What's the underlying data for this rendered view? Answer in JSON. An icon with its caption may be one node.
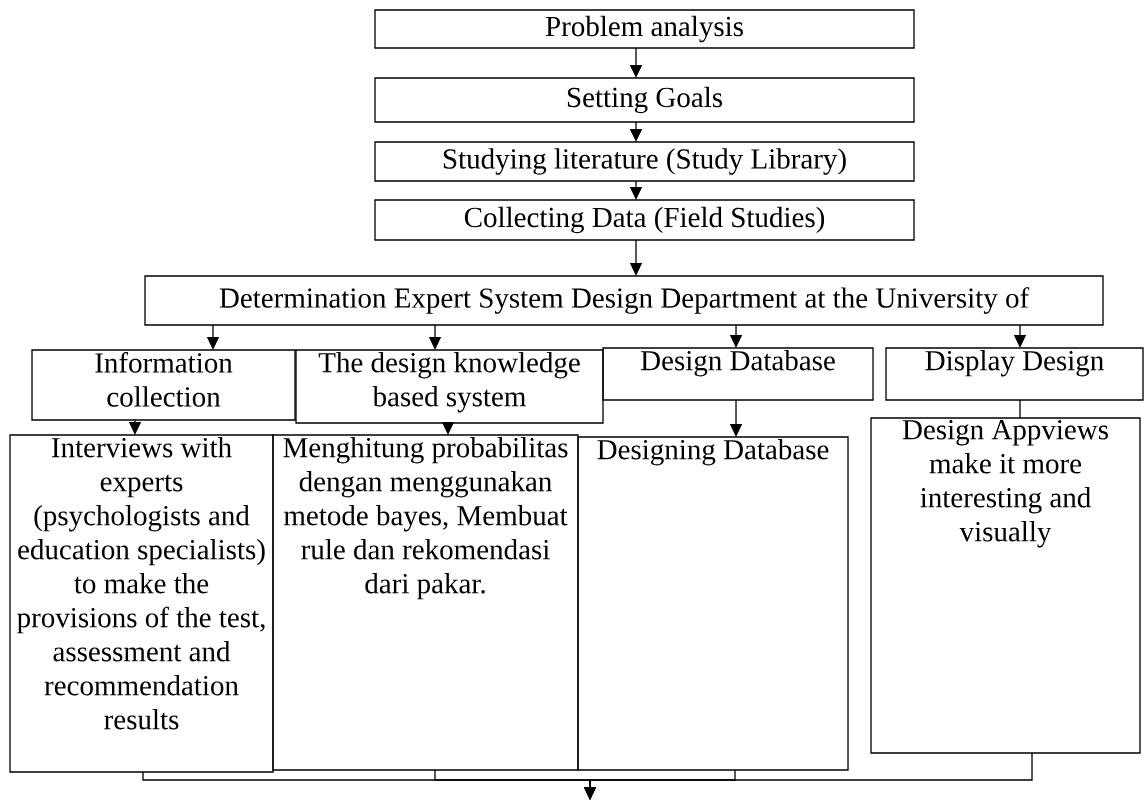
{
  "diagram": {
    "nodes": [
      {
        "text": [
          "Problem analysis"
        ]
      },
      {
        "text": [
          "Setting Goals"
        ]
      },
      {
        "text": [
          "Studying literature (Study Library)"
        ]
      },
      {
        "text": [
          "Collecting Data (Field Studies)"
        ]
      },
      {
        "text": [
          "Determination Expert System Design Department at the University of"
        ]
      },
      {
        "text": [
          "Information collection"
        ]
      },
      {
        "text": [
          "The design knowledge based system"
        ]
      },
      {
        "text": [
          "Design Database"
        ]
      },
      {
        "text": [
          "Display Design"
        ]
      },
      {
        "text": [
          "Interviews with experts (psychologists and education specialists) to make the provisions of the test, assessment and recommendation results"
        ]
      },
      {
        "text": [
          "Menghitung probabilitas dengan menggunakan metode bayes, Membuat rule dan rekomendasi dari pakar."
        ]
      },
      {
        "text": [
          "Designing Database"
        ]
      },
      {
        "text": [
          "Design Appviews make it more interesting and visually"
        ]
      }
    ],
    "edges": [
      {
        "from": 0,
        "to": 1,
        "arrow": "to"
      },
      {
        "from": 1,
        "to": 2,
        "arrow": "to"
      },
      {
        "from": 2,
        "to": 3,
        "arrow": "to"
      },
      {
        "from": 3,
        "to": 4,
        "arrow": "to"
      },
      {
        "from": 4,
        "to": 5,
        "arrow": "to"
      },
      {
        "from": 4,
        "to": 6,
        "arrow": "to"
      },
      {
        "from": 4,
        "to": 7,
        "arrow": "to"
      },
      {
        "from": 4,
        "to": 8,
        "arrow": "to"
      },
      {
        "from": 5,
        "to": 9,
        "arrow": "to"
      },
      {
        "from": 6,
        "to": 10,
        "arrow": "to"
      },
      {
        "from": 7,
        "to": 11,
        "arrow": "to"
      },
      {
        "from": 8,
        "to": 12,
        "arrow": "none"
      },
      {
        "from": 9,
        "to": null,
        "arrow": "to"
      },
      {
        "from": 10,
        "to": null,
        "arrow": "to"
      },
      {
        "from": 11,
        "to": null,
        "arrow": "to"
      },
      {
        "from": 12,
        "to": null,
        "arrow": "to"
      }
    ]
  }
}
